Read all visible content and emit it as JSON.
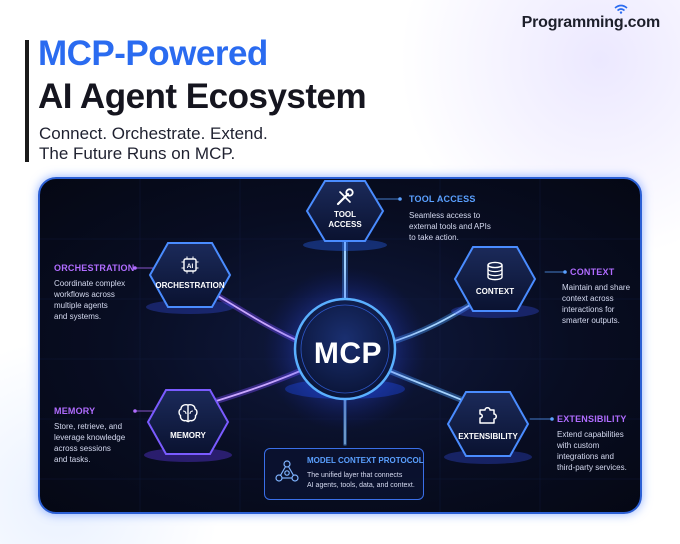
{
  "brand": {
    "name": "Programming.com"
  },
  "header": {
    "title_line1": "MCP-Powered",
    "title_line2": "AI Agent Ecosystem",
    "tagline_line1": "Connect. Orchestrate. Extend.",
    "tagline_line2": "The Future Runs on MCP."
  },
  "hub": {
    "label": "MCP"
  },
  "nodes": {
    "tool_access": {
      "icon_label_line1": "TOOL",
      "icon_label_line2": "ACCESS",
      "title": "TOOL ACCESS",
      "desc": [
        "Seamless access to",
        "external tools and APIs",
        "to take action."
      ]
    },
    "orchestration": {
      "icon_label": "ORCHESTRATION",
      "title": "ORCHESTRATION",
      "desc": [
        "Coordinate complex",
        "workflows across",
        "multiple agents",
        "and systems."
      ]
    },
    "context": {
      "icon_label": "CONTEXT",
      "title": "CONTEXT",
      "desc": [
        "Maintain and share",
        "context across",
        "interactions for",
        "smarter outputs."
      ]
    },
    "memory": {
      "icon_label": "MEMORY",
      "title": "MEMORY",
      "desc": [
        "Store, retrieve, and",
        "leverage knowledge",
        "across sessions",
        "and tasks."
      ]
    },
    "extensibility": {
      "icon_label": "EXTENSIBILITY",
      "title": "EXTENSIBILITY",
      "desc": [
        "Extend capabilities",
        "with custom",
        "integrations and",
        "third-party services."
      ]
    }
  },
  "protocol": {
    "title": "MODEL CONTEXT PROTOCOL",
    "desc": [
      "The unified layer that connects",
      "AI agents, tools, data, and context."
    ]
  },
  "colors": {
    "title_blue": "#2a6bf0",
    "accent_purple": "#b06cff",
    "accent_blue": "#5aa0ff",
    "panel_bg": "#080d22"
  }
}
